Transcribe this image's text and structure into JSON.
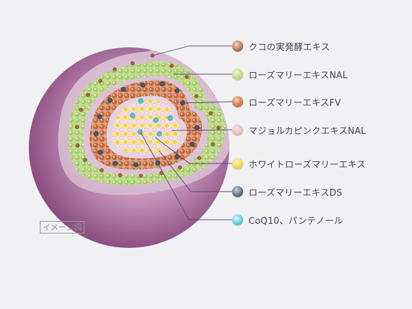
{
  "legend": [
    {
      "label": "クコの実発酵エキス",
      "color": "#a8643e",
      "icon": "brown-sphere-icon"
    },
    {
      "label": "ローズマリーエキスNAL",
      "color": "#b6d27a",
      "icon": "green-sphere-icon"
    },
    {
      "label": "ローズマリーエキスFV",
      "color": "#c8683a",
      "icon": "orange-sphere-icon"
    },
    {
      "label": "マジョルカピンクエキスNAL",
      "color": "#e3b3b4",
      "icon": "pink-sphere-icon"
    },
    {
      "label": "ホワイトローズマリーエキス",
      "color": "#f2d543",
      "icon": "yellow-sphere-icon"
    },
    {
      "label": "ローズマリーエキスDS",
      "color": "#3f5a78",
      "icon": "navy-sphere-icon"
    },
    {
      "label": "CoQ10、パンテノール",
      "color": "#4ec3dc",
      "icon": "cyan-sphere-icon"
    }
  ],
  "badge": {
    "label": "イメージ図"
  },
  "colors": {
    "outer_sphere": "#8e4f82",
    "leader_line": "#5a4660",
    "background": "#f1f1f4"
  }
}
